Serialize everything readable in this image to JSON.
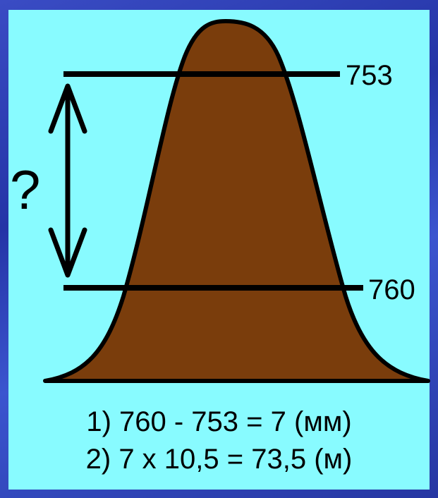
{
  "diagram": {
    "unknown_mark": "?",
    "levels": {
      "top": "753",
      "bottom": "760"
    },
    "mountain_color": "#7a3d0c",
    "background_color": "#88fbff"
  },
  "solution": {
    "line_1": "1) 760 - 753 = 7 (мм)",
    "line_2": "2) 7 x 10,5 = 73,5 (м)"
  }
}
